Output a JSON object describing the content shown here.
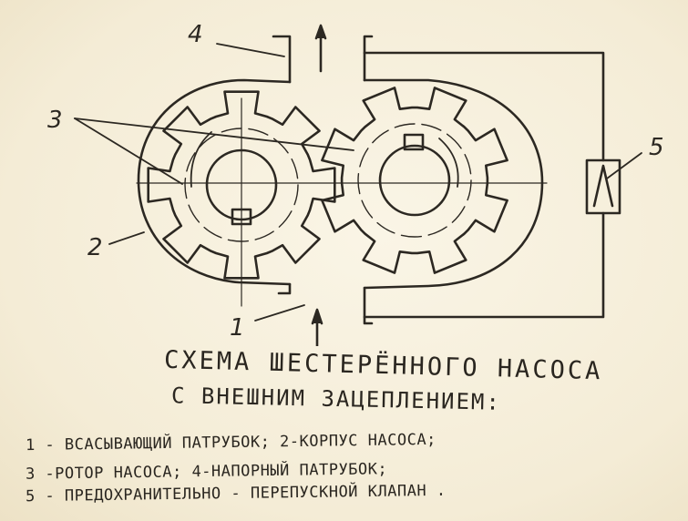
{
  "diagram": {
    "labels": {
      "inlet": "1",
      "housing": "2",
      "rotors": "3",
      "outlet": "4",
      "valve": "5"
    },
    "caption": {
      "title_line1": "СХЕМА ШЕСТЕРЁННОГО НАСОСА",
      "title_line2": "С ВНЕШНИМ ЗАЦЕПЛЕНИЕМ:",
      "legend_line1": "1 - ВСАСЫВАЮЩИЙ ПАТРУБОК; 2-КОРПУС НАСОСА;",
      "legend_line2": "3 -РОТОР НАСОСА; 4-НАПОРНЫЙ ПАТРУБОК;",
      "legend_line3": "5 - ПРЕДОХРАНИТЕЛЬНО - ПЕРЕПУСКНОЙ КЛАПАН ."
    },
    "colors": {
      "ink": "#2c2822",
      "paper": "#f7f1df"
    }
  }
}
